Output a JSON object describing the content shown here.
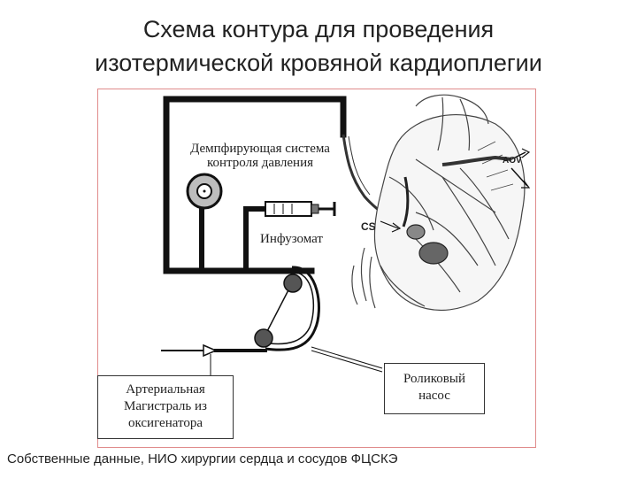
{
  "title": {
    "line1": "Схема контура для проведения",
    "line2": "изотермической кровяной кардиоплегии"
  },
  "labels": {
    "demand_line1": "Демпфирующая система",
    "demand_line2": "контроля давления",
    "infusomat": "Инфузомат",
    "cs": "CS",
    "aov": "AOV",
    "roller_pump_line1": "Роликовый",
    "roller_pump_line2": "насос",
    "arterial_line1": "Артериальная",
    "arterial_line2": "Магистраль из",
    "arterial_line3": "оксигенатора"
  },
  "footer": "Собственные данные, НИО хирургии сердца и сосудов ФЦСКЭ"
}
